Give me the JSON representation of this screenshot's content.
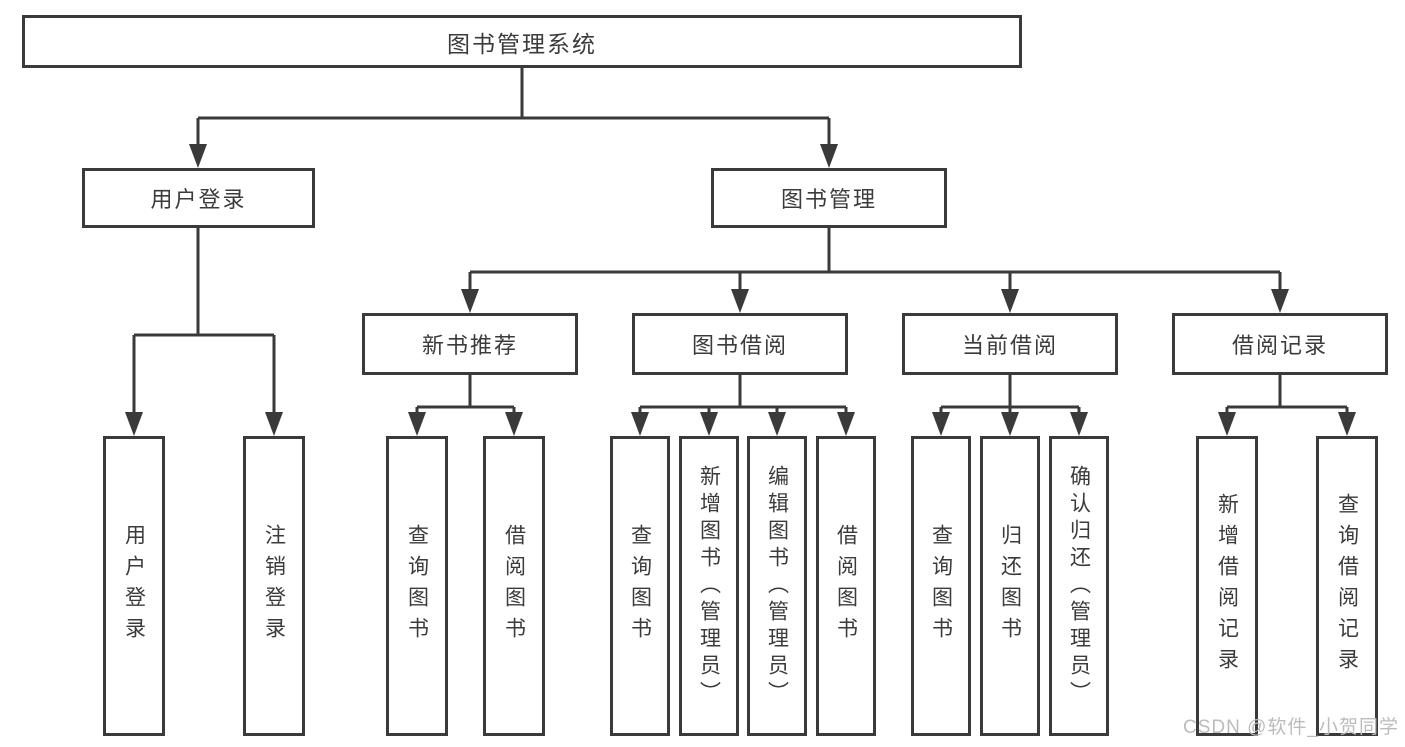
{
  "diagram_title": "图书管理系统",
  "nodes": {
    "root": {
      "label": "图书管理系统"
    },
    "level2": [
      {
        "label": "用户登录",
        "parent": "图书管理系统"
      },
      {
        "label": "图书管理",
        "parent": "图书管理系统"
      }
    ],
    "level3": [
      {
        "label": "新书推荐",
        "parent": "图书管理"
      },
      {
        "label": "图书借阅",
        "parent": "图书管理"
      },
      {
        "label": "当前借阅",
        "parent": "图书管理"
      },
      {
        "label": "借阅记录",
        "parent": "图书管理"
      }
    ],
    "leaves": [
      {
        "label": "用户登录",
        "parent": "用户登录"
      },
      {
        "label": "注销登录",
        "parent": "用户登录"
      },
      {
        "label": "查询图书",
        "parent": "新书推荐"
      },
      {
        "label": "借阅图书",
        "parent": "新书推荐"
      },
      {
        "label": "查询图书",
        "parent": "图书借阅"
      },
      {
        "label": "新增图书（管理员）",
        "parent": "图书借阅"
      },
      {
        "label": "编辑图书（管理员）",
        "parent": "图书借阅"
      },
      {
        "label": "借阅图书",
        "parent": "图书借阅"
      },
      {
        "label": "查询图书",
        "parent": "当前借阅"
      },
      {
        "label": "归还图书",
        "parent": "当前借阅"
      },
      {
        "label": "确认归还（管理员）",
        "parent": "当前借阅"
      },
      {
        "label": "新增借阅记录",
        "parent": "借阅记录"
      },
      {
        "label": "查询借阅记录",
        "parent": "借阅记录"
      }
    ]
  },
  "watermark": "CSDN @软件_小贺同学",
  "colors": {
    "line": "#3a3a3a",
    "box_border": "#3a3a3a",
    "text": "#3b3b3b",
    "background": "#ffffff",
    "watermark": "#bcbcbc"
  }
}
